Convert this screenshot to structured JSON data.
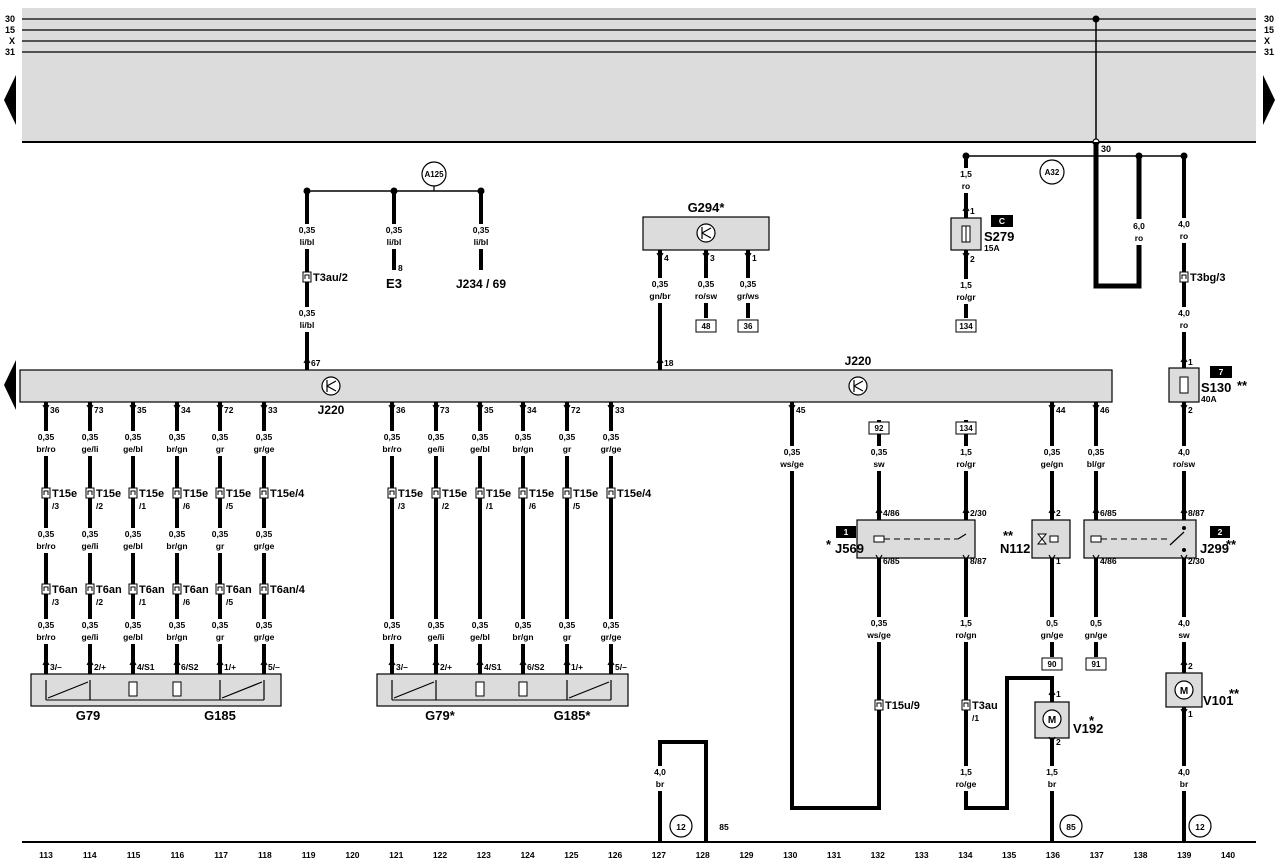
{
  "bus_lines": [
    "30",
    "15",
    "X",
    "31"
  ],
  "bottom_numbers": [
    "113",
    "114",
    "115",
    "116",
    "117",
    "118",
    "119",
    "120",
    "121",
    "122",
    "123",
    "124",
    "125",
    "126",
    "127",
    "128",
    "129",
    "130",
    "131",
    "132",
    "133",
    "134",
    "135",
    "136",
    "137",
    "138",
    "139",
    "140"
  ],
  "refs": {
    "a125": "A125",
    "a32": "A32",
    "n30": "30",
    "c12a": "12",
    "c85a": "85",
    "c85b": "85",
    "c12b": "12",
    "b48": "48",
    "b36": "36",
    "b134a": "134",
    "b92": "92",
    "b134b": "134",
    "b90": "90",
    "b91": "91"
  },
  "components": {
    "g294": "G294*",
    "j220_top": "J220",
    "j220_bottom": "J220",
    "s279": {
      "name": "S279",
      "rating": "15A",
      "tag": "C"
    },
    "s130": {
      "name": "S130",
      "rating": "40A",
      "tag": "7",
      "mark": "**"
    },
    "j569": {
      "name": "J569",
      "tag": "1",
      "mark": "*"
    },
    "n112": {
      "name": "N112",
      "mark": "**"
    },
    "j299": {
      "name": "J299",
      "tag": "2",
      "mark": "**"
    },
    "v192": {
      "name": "V192",
      "mark": "*"
    },
    "v101": {
      "name": "V101",
      "mark": "**"
    },
    "e3": "E3",
    "j234": "J234 / 69",
    "g79_left": "G79",
    "g185_left": "G185",
    "g79_right": "G79*",
    "g185_right": "G185*"
  },
  "wires": {
    "w_a125_l": [
      "0,35",
      "li/bl"
    ],
    "w_a125_m": [
      "0,35",
      "li/bl"
    ],
    "w_a125_r": [
      "0,35",
      "li/bl"
    ],
    "w_t3au2_b": [
      "0,35",
      "li/bl"
    ],
    "w_g294_4": [
      "0,35",
      "gn/br"
    ],
    "w_g294_3": [
      "0,35",
      "ro/sw"
    ],
    "w_g294_1": [
      "0,35",
      "gr/ws"
    ],
    "w_s279_t": [
      "1,5",
      "ro"
    ],
    "w_s279_b": [
      "1,5",
      "ro/gr"
    ],
    "w_60ro": [
      "6,0",
      "ro"
    ],
    "w_40ro_a": [
      "4,0",
      "ro"
    ],
    "w_40ro_b": [
      "4,0",
      "ro"
    ],
    "w_ws_ge_45": [
      "0,35",
      "ws/ge"
    ],
    "w_92_sw": [
      "0,35",
      "sw"
    ],
    "w_134_ro_gr": [
      "1,5",
      "ro/gr"
    ],
    "w_44": [
      "0,35",
      "ge/gn"
    ],
    "w_46": [
      "0,35",
      "bl/gr"
    ],
    "w_s130_b": [
      "4,0",
      "ro/sw"
    ],
    "w_j569_b": [
      "0,35",
      "ws/ge"
    ],
    "w_j569_r": [
      "1,5",
      "ro/gn"
    ],
    "w_n112_b": [
      "0,5",
      "gn/ge"
    ],
    "w_j299_b": [
      "0,5",
      "gn/ge"
    ],
    "w_j299_r": [
      "4,0",
      "sw"
    ],
    "w_rogr_low": [
      "1,5",
      "ro/ge"
    ],
    "w_v192_b": [
      "1,5",
      "br"
    ],
    "w_v101_b": [
      "4,0",
      "br"
    ],
    "w_127": [
      "4,0",
      "br"
    ]
  },
  "pins": {
    "p67": "67",
    "p18": "18",
    "p8": "8",
    "p4": "4",
    "p3": "3",
    "p1g": "1",
    "s279_1": "1",
    "s279_2": "2",
    "s130_1": "1",
    "s130_2": "2",
    "p45": "45",
    "p44": "44",
    "p46": "46",
    "j569_a": "4/86",
    "j569_b": "2/30",
    "j569_c": "6/85",
    "j569_d": "8/87",
    "n112_a": "2",
    "n112_b": "1",
    "j299_a": "6/85",
    "j299_b": "8/87",
    "j299_c": "4/86",
    "j299_d": "2/30",
    "v192_a": "1",
    "v192_b": "2",
    "v101_a": "2",
    "v101_b": "1"
  },
  "connectors": {
    "t3au2": "T3au/2",
    "t3bg3": "T3bg/3",
    "t15u9": "T15u/9",
    "t3au1": [
      "T3au",
      "/1"
    ]
  },
  "channel_group": {
    "pins_top": [
      "36",
      "73",
      "35",
      "34",
      "72",
      "33"
    ],
    "wire_top": [
      [
        "0,35",
        "br/ro"
      ],
      [
        "0,35",
        "ge/li"
      ],
      [
        "0,35",
        "ge/bl"
      ],
      [
        "0,35",
        "br/gn"
      ],
      [
        "0,35",
        "gr"
      ],
      [
        "0,35",
        "gr/ge"
      ]
    ],
    "t15e": [
      [
        "T15e",
        "/3"
      ],
      [
        "T15e",
        "/2"
      ],
      [
        "T15e",
        "/1"
      ],
      [
        "T15e",
        "/6"
      ],
      [
        "T15e",
        "/5"
      ],
      [
        "T15e/4",
        ""
      ]
    ],
    "wire_mid": [
      [
        "0,35",
        "br/ro"
      ],
      [
        "0,35",
        "ge/li"
      ],
      [
        "0,35",
        "ge/bl"
      ],
      [
        "0,35",
        "br/gn"
      ],
      [
        "0,35",
        "gr"
      ],
      [
        "0,35",
        "gr/ge"
      ]
    ],
    "t6an": [
      [
        "T6an",
        "/3"
      ],
      [
        "T6an",
        "/2"
      ],
      [
        "T6an",
        "/1"
      ],
      [
        "T6an",
        "/6"
      ],
      [
        "T6an",
        "/5"
      ],
      [
        "T6an/4",
        ""
      ]
    ],
    "wire_bot": [
      [
        "0,35",
        "br/ro"
      ],
      [
        "0,35",
        "ge/li"
      ],
      [
        "0,35",
        "ge/bl"
      ],
      [
        "0,35",
        "br/gn"
      ],
      [
        "0,35",
        "gr"
      ],
      [
        "0,35",
        "gr/ge"
      ]
    ],
    "pins_bottom": [
      "3/–",
      "2/+",
      "4/S1",
      "6/S2",
      "1/+",
      "5/–"
    ]
  },
  "channel_group_b": {
    "pins_top": [
      "36",
      "73",
      "35",
      "34",
      "72",
      "33"
    ],
    "wire_top": [
      [
        "0,35",
        "br/ro"
      ],
      [
        "0,35",
        "ge/li"
      ],
      [
        "0,35",
        "ge/bl"
      ],
      [
        "0,35",
        "br/gn"
      ],
      [
        "0,35",
        "gr"
      ],
      [
        "0,35",
        "gr/ge"
      ]
    ],
    "t15e": [
      [
        "T15e",
        "/3"
      ],
      [
        "T15e",
        "/2"
      ],
      [
        "T15e",
        "/1"
      ],
      [
        "T15e",
        "/6"
      ],
      [
        "T15e",
        "/5"
      ],
      [
        "T15e/4",
        ""
      ]
    ],
    "wire_bot": [
      [
        "0,35",
        "br/ro"
      ],
      [
        "0,35",
        "ge/li"
      ],
      [
        "0,35",
        "ge/bl"
      ],
      [
        "0,35",
        "br/gn"
      ],
      [
        "0,35",
        "gr"
      ],
      [
        "0,35",
        "gr/ge"
      ]
    ],
    "pins_bottom": [
      "3/–",
      "2/+",
      "4/S1",
      "6/S2",
      "1/+",
      "5/–"
    ]
  }
}
